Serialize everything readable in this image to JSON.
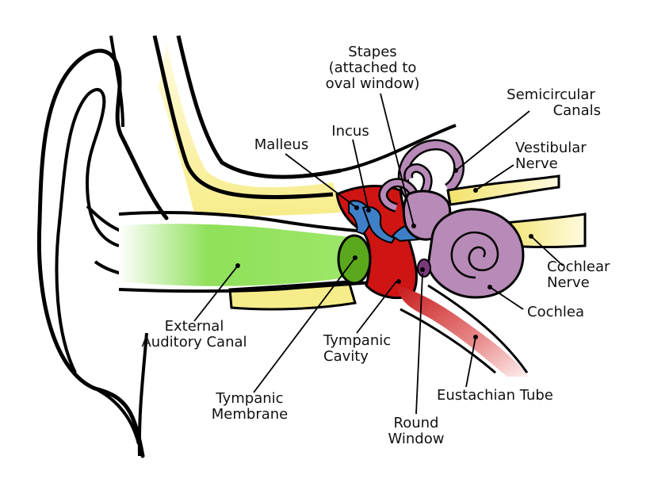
{
  "labels": {
    "stapes": [
      "Stapes",
      "(attached to",
      "oval window)"
    ],
    "semicircular_canals": [
      "Semicircular",
      "Canals"
    ],
    "malleus": [
      "Malleus"
    ],
    "incus": [
      "Incus"
    ],
    "vestibular_nerve": [
      "Vestibular",
      "Nerve"
    ],
    "cochlear_nerve": [
      "Cochlear",
      "Nerve"
    ],
    "cochlea": [
      "Cochlea"
    ],
    "external_auditory_canal": [
      "External",
      "Auditory Canal"
    ],
    "tympanic_cavity": [
      "Tympanic",
      "Cavity"
    ],
    "eustachian_tube": [
      "Eustachian Tube"
    ],
    "tympanic_membrane": [
      "Tympanic",
      "Membrane"
    ],
    "round_window": [
      "Round",
      "Window"
    ]
  },
  "colors": {
    "outline": "#000000",
    "bone": "#f7ec8a",
    "canal": "#8fe05a",
    "membrane": "#5aa81c",
    "cavity": "#cf1414",
    "ossicles": "#3f7fc8",
    "inner_ear": "#b88ab8",
    "nerve": "#f2e26a",
    "tube": "#e88080"
  }
}
